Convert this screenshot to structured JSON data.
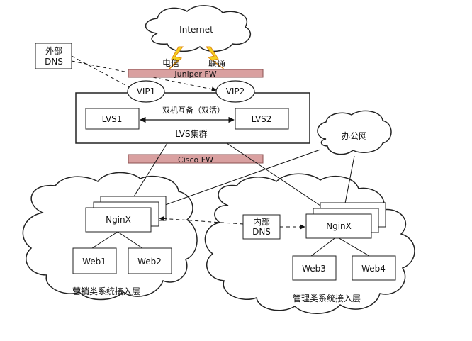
{
  "clouds": {
    "internet": "Internet",
    "office": "办公网",
    "marketing": "营销类系统接入层",
    "management": "管理类系统接入层"
  },
  "links": {
    "telecom": "电信",
    "unicom": "联通"
  },
  "external_dns": {
    "line1": "外部",
    "line2": "DNS"
  },
  "firewalls": {
    "juniper": "Juniper FW",
    "cisco": "Cisco FW"
  },
  "vips": {
    "vip1": "VIP1",
    "vip2": "VIP2"
  },
  "lvs_cluster": {
    "title": "LVS集群",
    "lvs1": "LVS1",
    "lvs2": "LVS2",
    "mode": "双机互备（双活）"
  },
  "marketing": {
    "nginx": "NginX",
    "web1": "Web1",
    "web2": "Web2"
  },
  "internal_dns": {
    "line1": "内部",
    "line2": "DNS"
  },
  "management": {
    "nginx": "NginX",
    "web3": "Web3",
    "web4": "Web4"
  },
  "colors": {
    "firewall_fill": "#d9a0a0",
    "lightning_fill": "#f5d020",
    "lightning_stroke": "#e08a10"
  }
}
